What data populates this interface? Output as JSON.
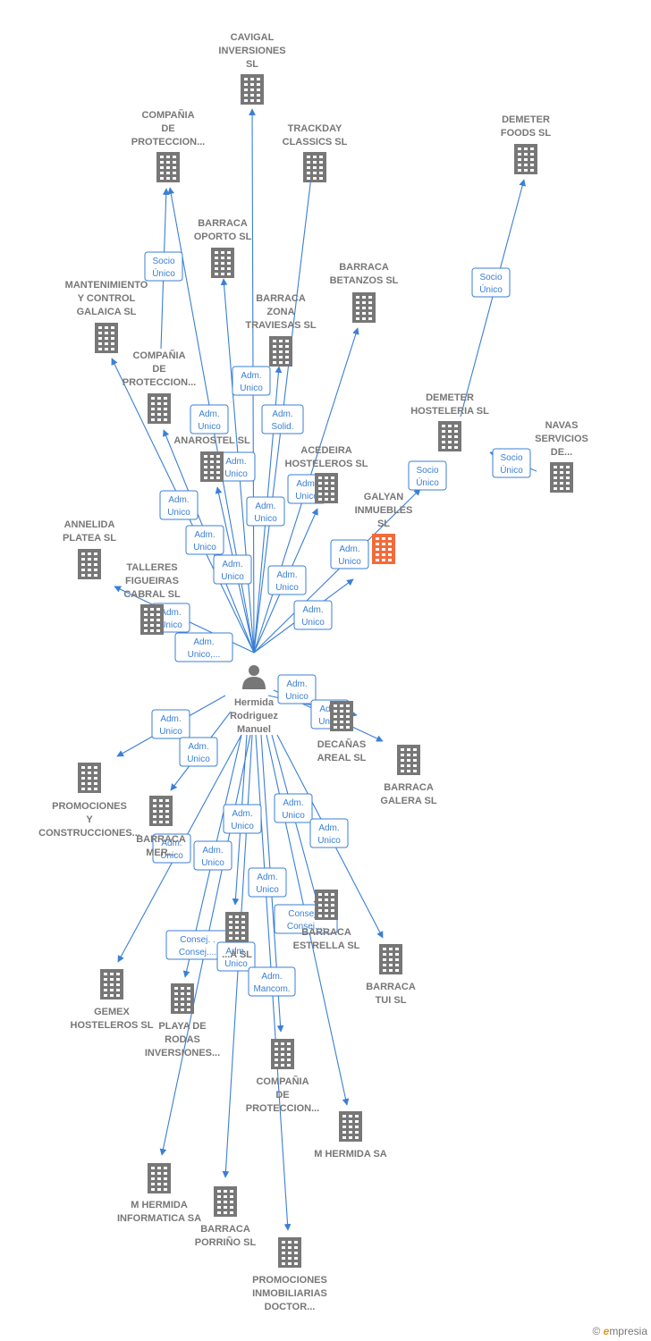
{
  "center": {
    "label": [
      "Hermida",
      "Rodriguez",
      "Manuel"
    ]
  },
  "colors": {
    "edge": "#3a7fd5",
    "node": "#777777",
    "focus": "#f26b3a"
  },
  "nodes": [
    {
      "id": "cavigal",
      "label": [
        "CAVIGAL",
        "INVERSIONES",
        "SL"
      ]
    },
    {
      "id": "compania1",
      "label": [
        "COMPAÑIA",
        "DE",
        "PROTECCION..."
      ]
    },
    {
      "id": "trackday",
      "label": [
        "TRACKDAY",
        "CLASSICS SL"
      ]
    },
    {
      "id": "demeter_foods",
      "label": [
        "DEMETER",
        "FOODS SL"
      ]
    },
    {
      "id": "barraca_oporto",
      "label": [
        "BARRACA",
        "OPORTO SL"
      ]
    },
    {
      "id": "barraca_betanzos",
      "label": [
        "BARRACA",
        "BETANZOS  SL"
      ]
    },
    {
      "id": "mantenimiento",
      "label": [
        "MANTENIMIENTO",
        "Y CONTROL",
        "GALAICA SL"
      ]
    },
    {
      "id": "barraca_zona",
      "label": [
        "BARRACA",
        "ZONA",
        "TRAVIESAS SL"
      ]
    },
    {
      "id": "compania2",
      "label": [
        "COMPAÑIA",
        "DE",
        "PROTECCION..."
      ]
    },
    {
      "id": "demeter_host",
      "label": [
        "DEMETER",
        "HOSTELERIA SL"
      ]
    },
    {
      "id": "navas",
      "label": [
        "NAVAS",
        "SERVICIOS",
        "DE..."
      ]
    },
    {
      "id": "anarostel",
      "label": [
        "ANAROSTEL SL"
      ]
    },
    {
      "id": "acedeira",
      "label": [
        "ACEDEIRA",
        "HOSTELEROS SL"
      ]
    },
    {
      "id": "galyan",
      "label": [
        "GALYAN",
        "INMUEBLES",
        "SL"
      ],
      "focus": true
    },
    {
      "id": "annelida",
      "label": [
        "ANNELIDA",
        "PLATEA SL"
      ]
    },
    {
      "id": "talleres",
      "label": [
        "TALLERES",
        "FIGUEIRAS",
        "CABRAL  SL"
      ]
    },
    {
      "id": "decanas",
      "label": [
        "DECAÑAS",
        "AREAL SL"
      ]
    },
    {
      "id": "barraca_galera",
      "label": [
        "BARRACA",
        "GALERA SL"
      ]
    },
    {
      "id": "promociones_const",
      "label": [
        "PROMOCIONES",
        "Y",
        "CONSTRUCCIONES..."
      ]
    },
    {
      "id": "barraca_mer",
      "label": [
        "BARRACA",
        "MER..."
      ]
    },
    {
      "id": "barraca_estrella",
      "label": [
        "BARRACA",
        "ESTRELLA SL"
      ]
    },
    {
      "id": "barraca_sl_mid",
      "label": [
        "...A SL"
      ]
    },
    {
      "id": "barraca_tui",
      "label": [
        "BARRACA",
        "TUI SL"
      ]
    },
    {
      "id": "gemex",
      "label": [
        "GEMEX",
        "HOSTELEROS SL"
      ]
    },
    {
      "id": "playa",
      "label": [
        "PLAYA DE",
        "RODAS",
        "INVERSIONES..."
      ]
    },
    {
      "id": "compania3",
      "label": [
        "COMPAÑIA",
        "DE",
        "PROTECCION..."
      ]
    },
    {
      "id": "m_hermida_sa",
      "label": [
        "M HERMIDA SA"
      ]
    },
    {
      "id": "m_hermida_inf",
      "label": [
        "M HERMIDA",
        "INFORMATICA SA"
      ]
    },
    {
      "id": "barraca_porrino",
      "label": [
        "BARRACA",
        "PORRIÑO SL"
      ]
    },
    {
      "id": "promociones_inm",
      "label": [
        "PROMOCIONES",
        "INMOBILIARIAS",
        "DOCTOR..."
      ]
    }
  ],
  "badges": [
    [
      "Socio",
      "Único"
    ],
    [
      "Socio",
      "Único"
    ],
    [
      "Adm.",
      "Unico"
    ],
    [
      "Adm.",
      "Solid."
    ],
    [
      "Adm.",
      "Unico"
    ],
    [
      "Adm.",
      "Unico"
    ],
    [
      "Socio",
      "Único"
    ],
    [
      "Socio",
      "Único"
    ],
    [
      "Adm.",
      "Unico"
    ],
    [
      "Adm.",
      "Unico"
    ],
    [
      "Adm.",
      "Unico"
    ],
    [
      "Adm.",
      "Unico"
    ],
    [
      "Adm.",
      "Unico"
    ],
    [
      "Adm.",
      "Unico"
    ],
    [
      "Adm.",
      "Unico"
    ],
    [
      "Adm.",
      "Unico"
    ],
    [
      "Adm.",
      "Unico"
    ],
    [
      "Adm.",
      "Unico,..."
    ],
    [
      "Adm.",
      "Unico"
    ],
    [
      "Adm.",
      "Unico"
    ],
    [
      "Adm.",
      "Unico"
    ],
    [
      "Adm.",
      "Unico"
    ],
    [
      "Adm.",
      "Unico"
    ],
    [
      "Adm.",
      "Unico"
    ],
    [
      "Adm.",
      "Unico"
    ],
    [
      "Adm.",
      "Unico"
    ],
    [
      "Adm.",
      "Unico"
    ],
    [
      "Adm.",
      "Unico"
    ],
    [
      "Consej. .",
      "Consej...."
    ],
    [
      "Consej. .",
      "Consej...."
    ],
    [
      "Adm.",
      "Unico"
    ],
    [
      "Adm.",
      "Mancom."
    ]
  ],
  "footer": {
    "copyright": "©",
    "brand_e": "e",
    "brand_rest": "mpresia"
  }
}
